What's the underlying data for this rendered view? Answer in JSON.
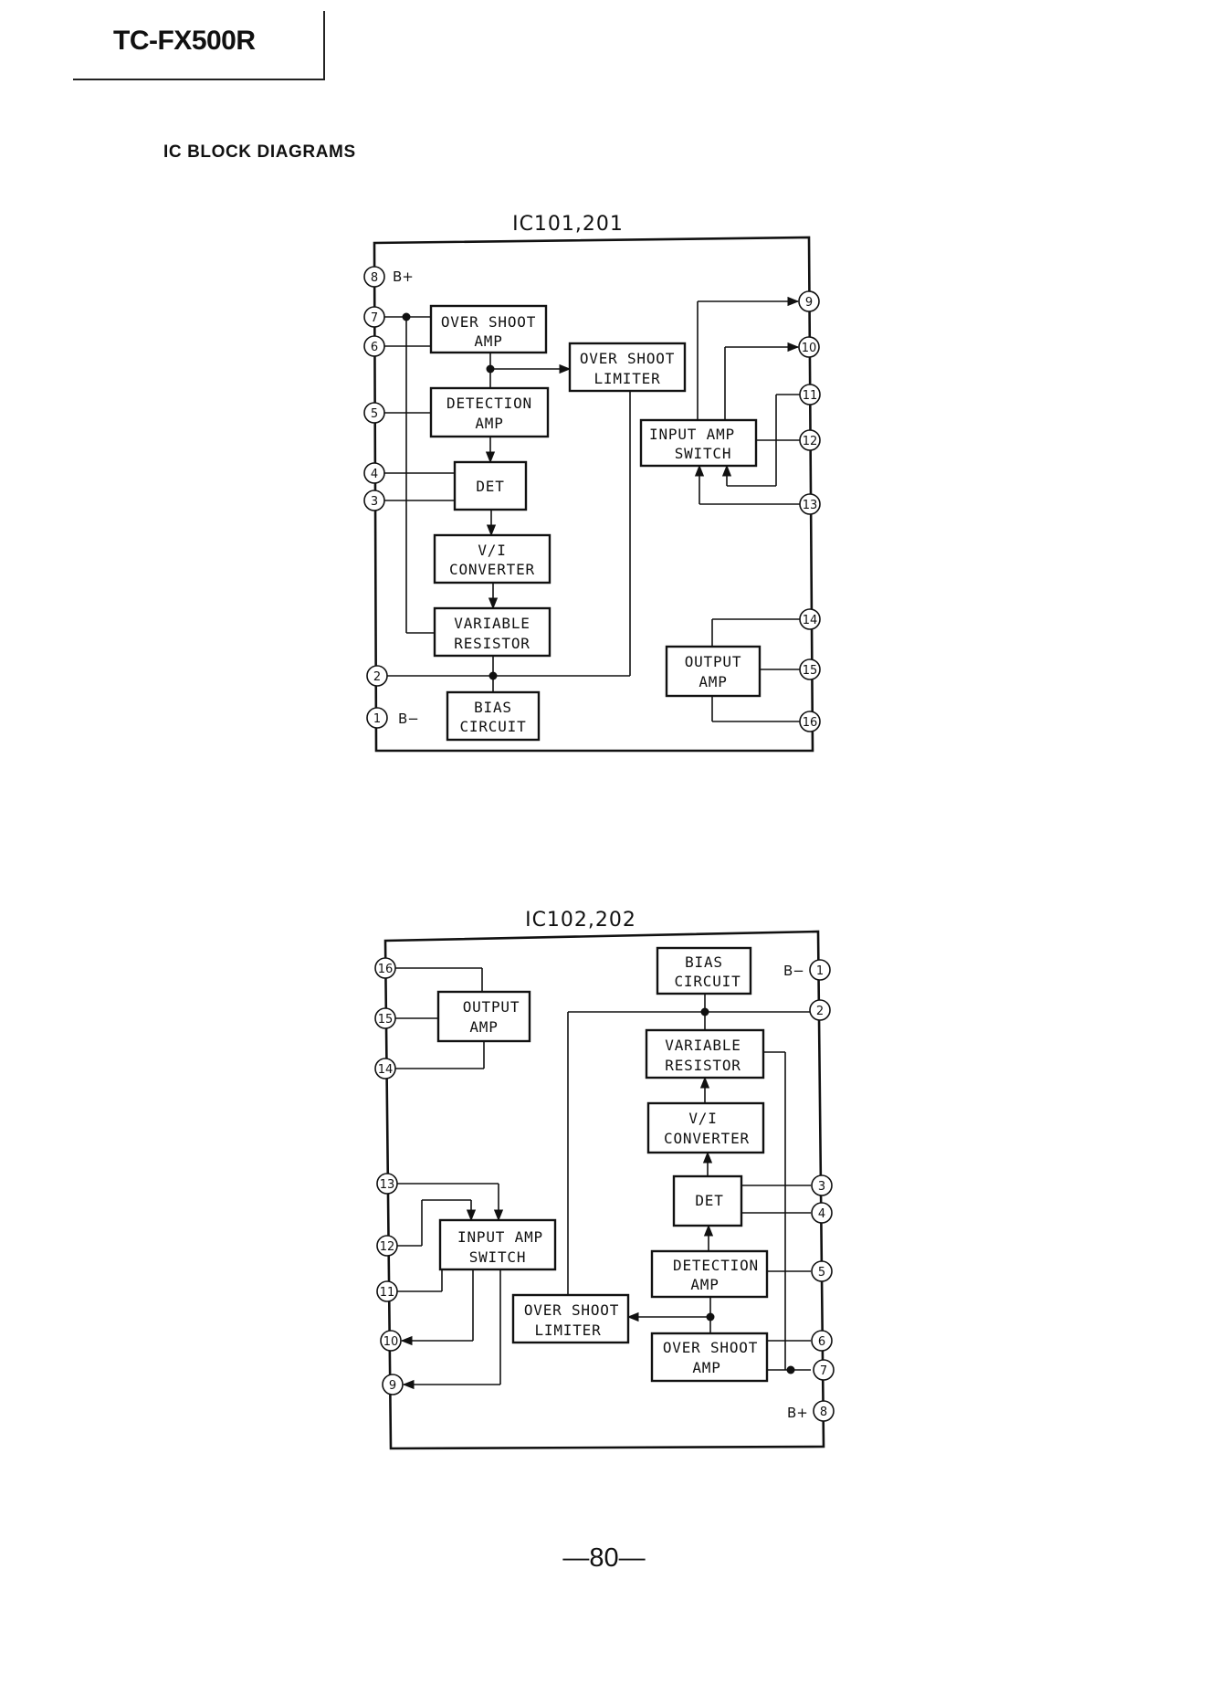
{
  "header": {
    "model": "TC-FX500R"
  },
  "section_title": "IC BLOCK DIAGRAMS",
  "page_number": "—80—",
  "ic1": {
    "title": "IC101,201",
    "blocks": {
      "osamp": [
        "OVER SHOOT",
        "AMP"
      ],
      "oslim": [
        "OVER SHOOT",
        "LIMITER"
      ],
      "detamp": [
        "DETECTION",
        "AMP"
      ],
      "det": [
        "DET"
      ],
      "vi": [
        "V/I",
        "CONVERTER"
      ],
      "varres": [
        "VARIABLE",
        "RESISTOR"
      ],
      "bias": [
        "BIAS",
        "CIRCUIT"
      ],
      "inamp": [
        "INPUT AMP",
        "SWITCH"
      ],
      "outamp": [
        "OUTPUT",
        "AMP"
      ]
    },
    "pins": [
      "1",
      "2",
      "3",
      "4",
      "5",
      "6",
      "7",
      "8",
      "9",
      "10",
      "11",
      "12",
      "13",
      "14",
      "15",
      "16"
    ],
    "supply": {
      "bplus": "B+",
      "bminus": "B−"
    }
  },
  "ic2": {
    "title": "IC102,202",
    "blocks": {
      "outamp": [
        "OUTPUT",
        "AMP"
      ],
      "bias": [
        "BIAS",
        "CIRCUIT"
      ],
      "varres": [
        "VARIABLE",
        "RESISTOR"
      ],
      "vi": [
        "V/I",
        "CONVERTER"
      ],
      "det": [
        "DET"
      ],
      "inamp": [
        "INPUT AMP",
        "SWITCH"
      ],
      "detamp": [
        "DETECTION",
        "AMP"
      ],
      "oslim": [
        "OVER SHOOT",
        "LIMITER"
      ],
      "osamp": [
        "OVER SHOOT",
        "AMP"
      ]
    },
    "pins": [
      "1",
      "2",
      "3",
      "4",
      "5",
      "6",
      "7",
      "8",
      "9",
      "10",
      "11",
      "12",
      "13",
      "14",
      "15",
      "16"
    ],
    "supply": {
      "bplus": "B+",
      "bminus": "B−"
    }
  }
}
